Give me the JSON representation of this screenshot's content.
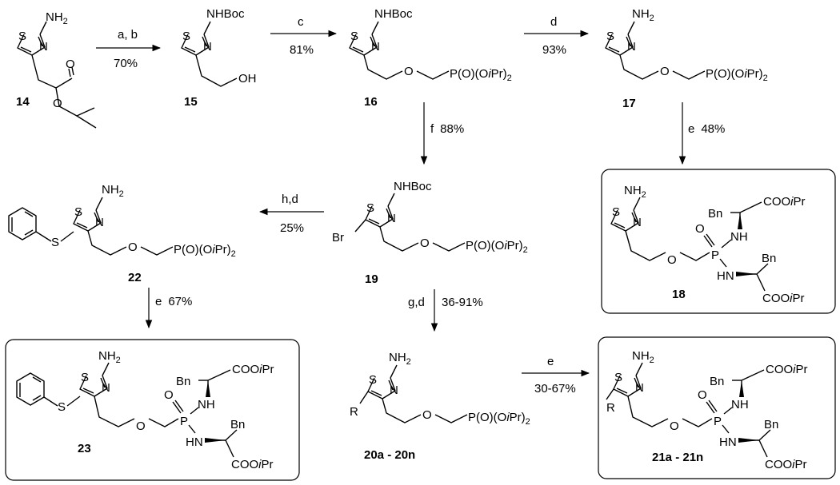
{
  "compounds": [
    {
      "id": "c14",
      "number": "14"
    },
    {
      "id": "c15",
      "number": "15"
    },
    {
      "id": "c16",
      "number": "16"
    },
    {
      "id": "c17",
      "number": "17"
    },
    {
      "id": "c18",
      "number": "18"
    },
    {
      "id": "c19",
      "number": "19"
    },
    {
      "id": "c20",
      "number": "20a - 20n"
    },
    {
      "id": "c21",
      "number": "21a - 21n"
    },
    {
      "id": "c22",
      "number": "22"
    },
    {
      "id": "c23",
      "number": "23"
    }
  ],
  "reactions": [
    {
      "id": "r1",
      "from": "14",
      "to": "15",
      "reagents": "a, b",
      "yield": "70%"
    },
    {
      "id": "r2",
      "from": "15",
      "to": "16",
      "reagents": "c",
      "yield": "81%"
    },
    {
      "id": "r3",
      "from": "16",
      "to": "17",
      "reagents": "d",
      "yield": "93%"
    },
    {
      "id": "r4",
      "from": "17",
      "to": "18",
      "reagents": "e",
      "yield": "48%"
    },
    {
      "id": "r5",
      "from": "16",
      "to": "19",
      "reagents": "f",
      "yield": "88%"
    },
    {
      "id": "r6",
      "from": "19",
      "to": "22",
      "reagents": "h,d",
      "yield": "25%"
    },
    {
      "id": "r7",
      "from": "22",
      "to": "23",
      "reagents": "e",
      "yield": "67%"
    },
    {
      "id": "r8",
      "from": "19",
      "to": "20a - 20n",
      "reagents": "g,d",
      "yield": "36-91%"
    },
    {
      "id": "r9",
      "from": "20a - 20n",
      "to": "21a - 21n",
      "reagents": "e",
      "yield": "30-67%"
    }
  ],
  "atoms": {
    "nh2": "NH",
    "nh2_sub": "2",
    "nhboc": "NHBoc",
    "s": "S",
    "n": "N",
    "o": "O",
    "oh": "OH",
    "br": "Br",
    "r": "R",
    "p": "P",
    "nh": "NH",
    "hn": "HN",
    "bn": "Bn",
    "cooipr_pre": "COO",
    "cooipr_i": "i",
    "cooipr_post": "Pr",
    "phos_pre": "P(O)(O",
    "phos_i": "i",
    "phos_post": "Pr)",
    "phos_sub": "2"
  }
}
